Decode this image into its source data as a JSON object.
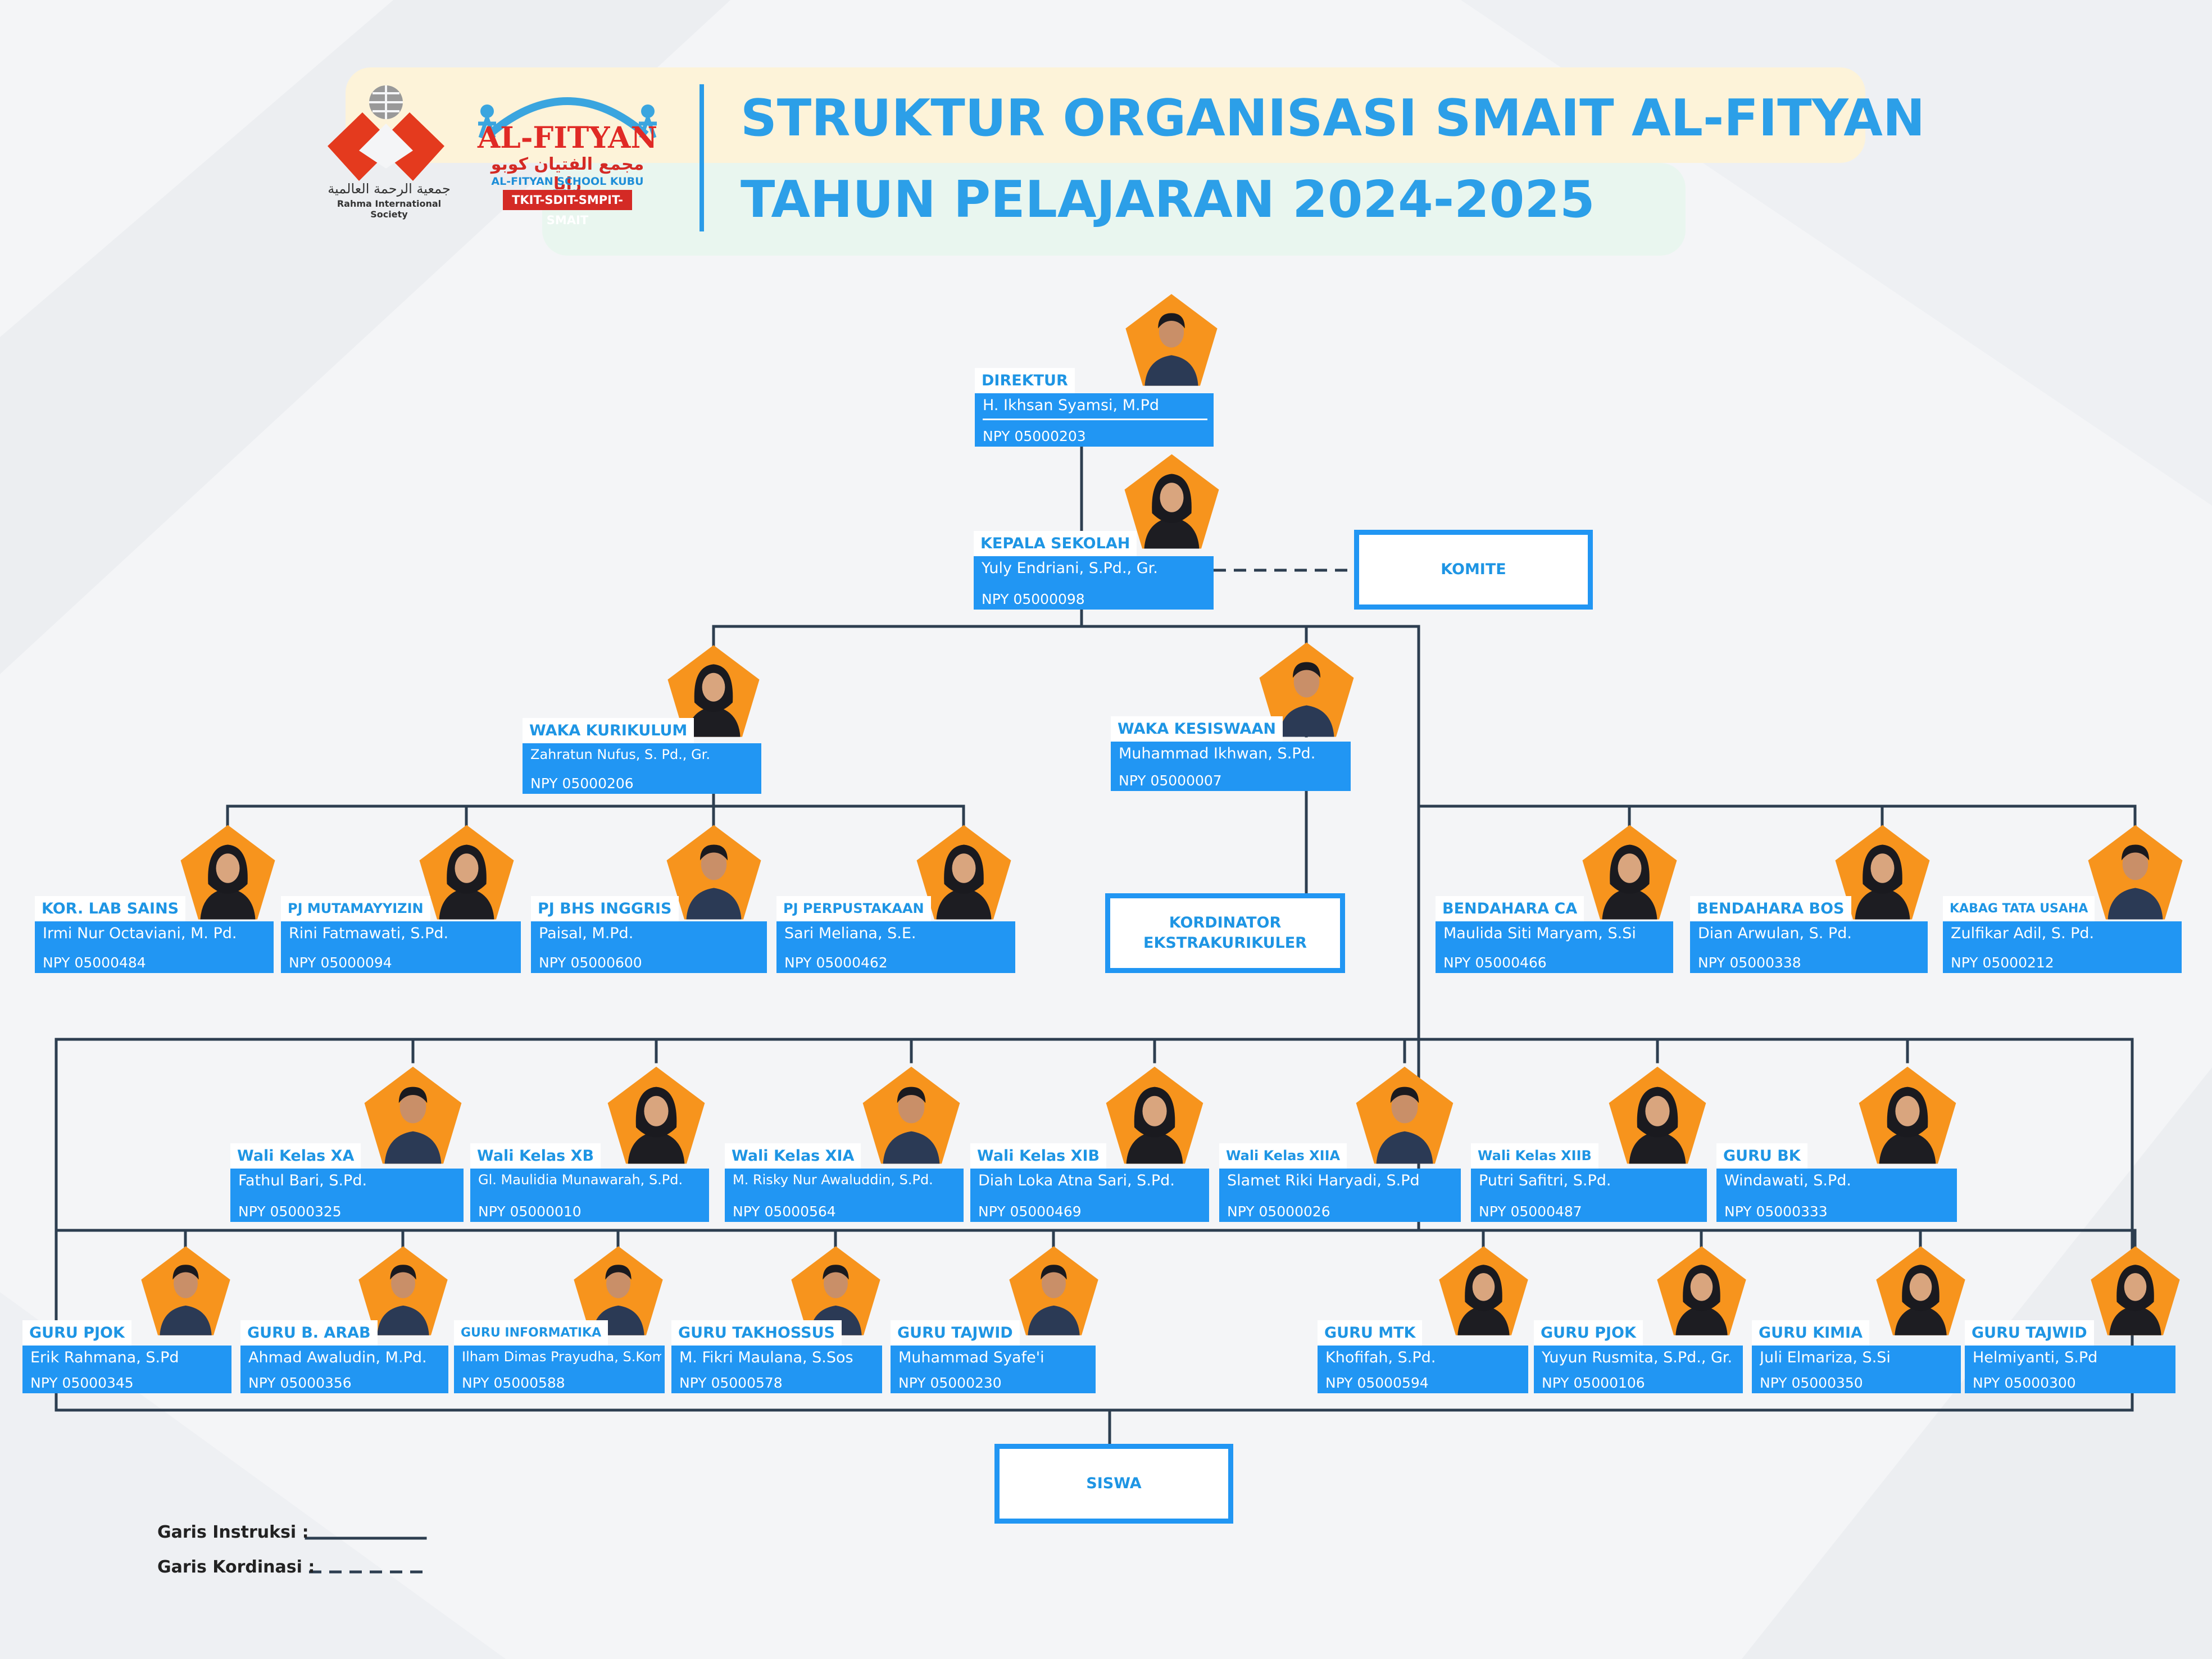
{
  "header": {
    "title_line1": "STRUKTUR ORGANISASI SMAIT AL-FITYAN",
    "title_line2": "TAHUN PELAJARAN 2024-2025",
    "band_color_1": "#fdf3d9",
    "band_color_2": "#e9f6ef",
    "title_color": "#2c9fe8"
  },
  "logos": {
    "rahma_arabic": "جمعية الرحمة العالمية",
    "rahma_name": "Rahma International Society",
    "fityan_name": "AL-FITYAN",
    "fityan_arabic": "مجمع الفتيان كوبو رايا",
    "fityan_school": "AL-FITYAN SCHOOL KUBU RAYA",
    "fityan_levels": "TKIT-SDIT-SMPIT-SMAIT"
  },
  "colors": {
    "card_blue": "#2196f3",
    "pentagon_orange": "#f7941d",
    "line_color": "#2d3e50",
    "role_text": "#1e95e4"
  },
  "positions": [
    {
      "role": "DIREKTUR",
      "name": "H. Ikhsan Syamsi, M.Pd",
      "npy": "NPY 05000203"
    },
    {
      "role": "KEPALA SEKOLAH",
      "name": "Yuly Endriani, S.Pd., Gr.",
      "npy": "NPY 05000098"
    },
    {
      "role": "WAKA KURIKULUM",
      "name": "Zahratun Nufus, S. Pd., Gr.",
      "npy": "NPY 05000206"
    },
    {
      "role": "WAKA KESISWAAN",
      "name": "Muhammad Ikhwan, S.Pd.",
      "npy": "NPY 05000007"
    },
    {
      "role": "KOR. LAB SAINS",
      "name": "Irmi Nur Octaviani, M. Pd.",
      "npy": "NPY 05000484"
    },
    {
      "role": "PJ MUTAMAYYIZIN",
      "name": "Rini Fatmawati, S.Pd.",
      "npy": "NPY 05000094"
    },
    {
      "role": "PJ BHS INGGRIS",
      "name": "Paisal, M.Pd.",
      "npy": "NPY 05000600"
    },
    {
      "role": "PJ PERPUSTAKAAN",
      "name": "Sari Meliana, S.E.",
      "npy": "NPY 05000462"
    },
    {
      "role": "BENDAHARA CA",
      "name": "Maulida Siti Maryam, S.Si",
      "npy": "NPY 05000466"
    },
    {
      "role": "BENDAHARA BOS",
      "name": "Dian Arwulan, S. Pd.",
      "npy": "NPY 05000338"
    },
    {
      "role": "KABAG TATA USAHA",
      "name": "Zulfikar Adil, S. Pd.",
      "npy": "NPY 05000212"
    },
    {
      "role": "Wali Kelas XA",
      "name": "Fathul Bari, S.Pd.",
      "npy": "NPY 05000325"
    },
    {
      "role": "Wali Kelas XB",
      "name": "Gl. Maulidia Munawarah, S.Pd.",
      "npy": "NPY 05000010"
    },
    {
      "role": "Wali Kelas XIA",
      "name": "M. Risky Nur Awaluddin, S.Pd.",
      "npy": "NPY 05000564"
    },
    {
      "role": "Wali Kelas XIB",
      "name": "Diah Loka Atna Sari, S.Pd.",
      "npy": "NPY 05000469"
    },
    {
      "role": "Wali Kelas XIIA",
      "name": "Slamet Riki Haryadi, S.Pd",
      "npy": "NPY 05000026"
    },
    {
      "role": "Wali Kelas XIIB",
      "name": "Putri Safitri, S.Pd.",
      "npy": "NPY 05000487"
    },
    {
      "role": "GURU BK",
      "name": "Windawati, S.Pd.",
      "npy": "NPY 05000333"
    },
    {
      "role": "GURU PJOK",
      "name": "Erik Rahmana, S.Pd",
      "npy": "NPY 05000345"
    },
    {
      "role": "GURU B. ARAB",
      "name": "Ahmad Awaludin, M.Pd.",
      "npy": "NPY 05000356"
    },
    {
      "role": "GURU INFORMATIKA",
      "name": "Ilham Dimas Prayudha, S.Kom.",
      "npy": "NPY 05000588"
    },
    {
      "role": "GURU TAKHOSSUS",
      "name": "M. Fikri Maulana, S.Sos",
      "npy": "NPY 05000578"
    },
    {
      "role": "GURU TAJWID",
      "name": "Muhammad Syafe'i",
      "npy": "NPY 05000230"
    },
    {
      "role": "GURU MTK",
      "name": "Khofifah, S.Pd.",
      "npy": "NPY 05000594"
    },
    {
      "role": "GURU PJOK",
      "name": "Yuyun Rusmita, S.Pd., Gr.",
      "npy": "NPY 05000106"
    },
    {
      "role": "GURU KIMIA",
      "name": "Juli Elmariza, S.Si",
      "npy": "NPY 05000350"
    },
    {
      "role": "GURU TAJWID",
      "name": "Helmiyanti, S.Pd",
      "npy": "NPY 05000300"
    }
  ],
  "boxes": {
    "komite": "KOMITE",
    "kordinator_line1": "KORDINATOR",
    "kordinator_line2": "EKSTRAKURIKULER",
    "siswa": "SISWA"
  },
  "legend": {
    "instruksi": "Garis Instruksi :",
    "kordinasi": "Garis Kordinasi :"
  }
}
